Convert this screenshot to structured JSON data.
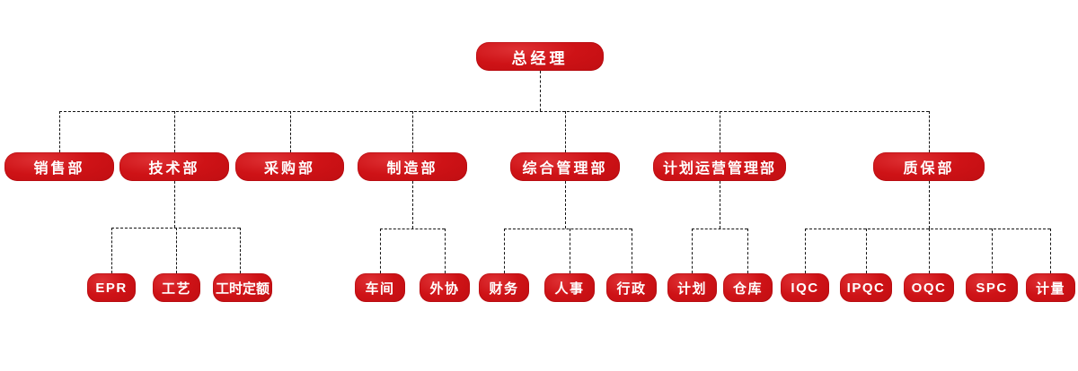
{
  "colors": {
    "node_background": "#ce1216",
    "node_highlight": "#de3134",
    "node_text": "#ffffff",
    "connector_line": "#141414",
    "page_background": "#ffffff"
  },
  "org": {
    "root": {
      "label": "总经理"
    },
    "departments": [
      {
        "label": "销售部"
      },
      {
        "label": "技术部"
      },
      {
        "label": "采购部"
      },
      {
        "label": "制造部"
      },
      {
        "label": "综合管理部"
      },
      {
        "label": "计划运营管理部"
      },
      {
        "label": "质保部"
      }
    ],
    "teams": {
      "tech": [
        {
          "label": "EPR"
        },
        {
          "label": "工艺"
        },
        {
          "label": "工时定额"
        }
      ],
      "manufacturing": [
        {
          "label": "车间"
        },
        {
          "label": "外协"
        }
      ],
      "general_mgmt": [
        {
          "label": "财务"
        },
        {
          "label": "人事"
        },
        {
          "label": "行政"
        }
      ],
      "planning_ops": [
        {
          "label": "计划"
        },
        {
          "label": "仓库"
        }
      ],
      "quality": [
        {
          "label": "IQC"
        },
        {
          "label": "IPQC"
        },
        {
          "label": "OQC"
        },
        {
          "label": "SPC"
        },
        {
          "label": "计量"
        }
      ]
    }
  }
}
